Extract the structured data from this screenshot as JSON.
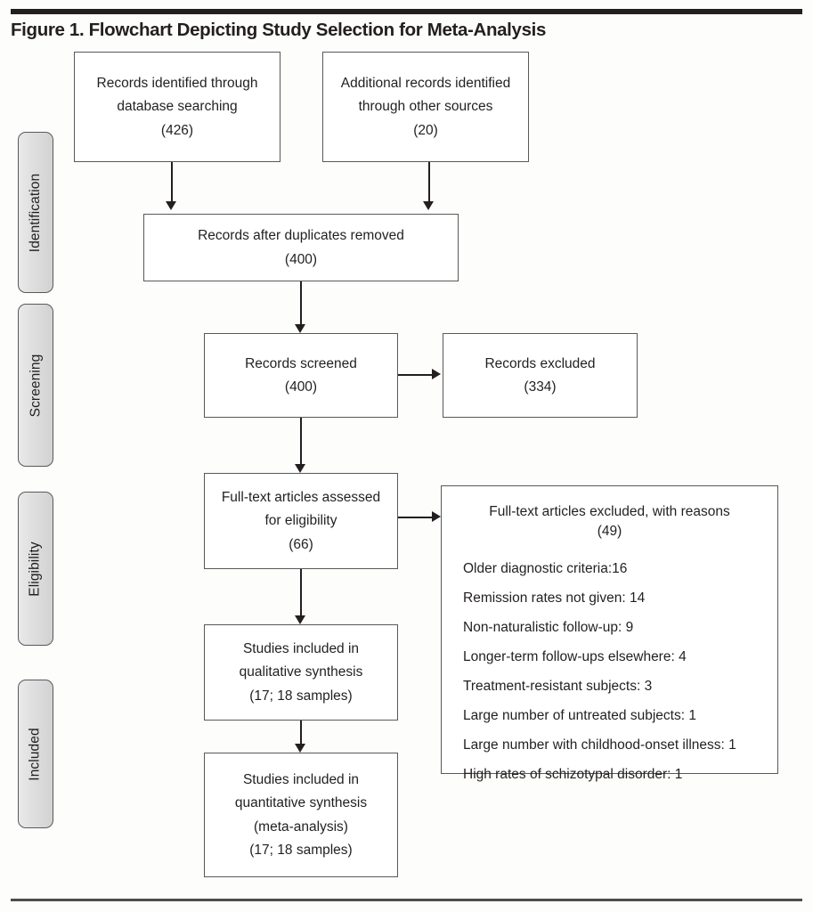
{
  "figure": {
    "title": "Figure 1. Flowchart Depicting Study Selection for Meta-Analysis"
  },
  "stages": [
    {
      "label": "Identification"
    },
    {
      "label": "Screening"
    },
    {
      "label": "Eligibility"
    },
    {
      "label": "Included"
    }
  ],
  "boxes": {
    "db_search": {
      "line1": "Records identified through",
      "line2": "database searching",
      "count": "(426)"
    },
    "other_sources": {
      "line1": "Additional records identified",
      "line2": "through other sources",
      "count": "(20)"
    },
    "after_duplicates": {
      "line1": "Records after duplicates removed",
      "count": "(400)"
    },
    "screened": {
      "line1": "Records screened",
      "count": "(400)"
    },
    "excluded": {
      "line1": "Records excluded",
      "count": "(334)"
    },
    "fulltext_assessed": {
      "line1": "Full-text articles assessed",
      "line2": "for eligibility",
      "count": "(66)"
    },
    "fulltext_excluded": {
      "line1": "Full-text articles excluded, with reasons",
      "count": "(49)",
      "reasons": [
        "Older diagnostic criteria:16",
        "Remission rates not given: 14",
        "Non-naturalistic follow-up: 9",
        "Longer-term follow-ups elsewhere: 4",
        "Treatment-resistant subjects: 3",
        "Large number of untreated subjects: 1",
        "Large number with childhood-onset illness: 1",
        "High rates of schizotypal disorder: 1"
      ]
    },
    "qualitative": {
      "line1": "Studies included in",
      "line2": "qualitative synthesis",
      "count": "(17; 18 samples)"
    },
    "quantitative": {
      "line1": "Studies included in",
      "line2": "quantitative synthesis",
      "line3": "(meta-analysis)",
      "count": "(17; 18 samples)"
    }
  },
  "colors": {
    "rule": "#231f20",
    "box_border": "#58595b",
    "stage_fill": "#dedede",
    "text": "#231f20"
  }
}
